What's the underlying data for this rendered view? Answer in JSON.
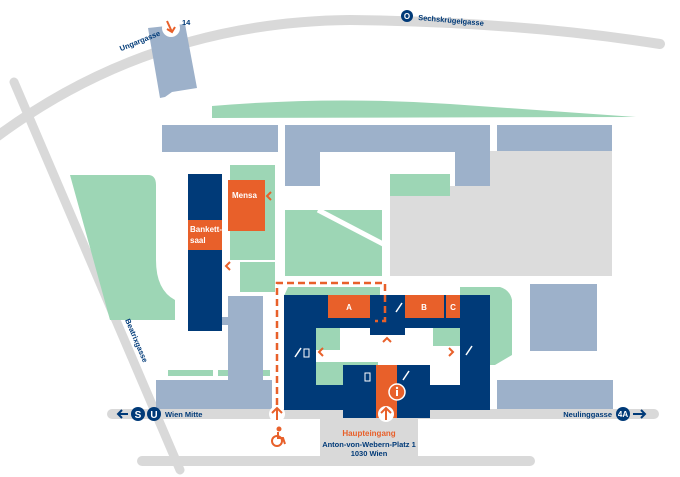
{
  "colors": {
    "building_primary": "#003a78",
    "highlight": "#e8602a",
    "building_other": "#9db1ca",
    "green": "#9dd6b5",
    "road": "#d9d9d9",
    "block": "#dcdcdc"
  },
  "streets": {
    "ungargasse": "Ungargasse",
    "tram_line": "14",
    "sechskruegelgasse": "Sechskrügelgasse",
    "beatrixgasse": "Beatrixgasse",
    "wien_mitte": "Wien Mitte",
    "neulinggasse": "Neulinggasse",
    "bus_line": "4A",
    "metro_o": "O",
    "metro_u": "U",
    "metro_s": "S"
  },
  "buildings": {
    "mensa": "Mensa",
    "bankettsaal_1": "Bankett-",
    "bankettsaal_2": "saal",
    "a": "A",
    "b": "B",
    "c": "C"
  },
  "entrance": {
    "label": "Haupteingang",
    "address_1": "Anton-von-Webern-Platz 1",
    "address_2": "1030 Wien"
  },
  "icons": [
    "arrow-down-icon",
    "metro-icon",
    "bus-icon",
    "wheelchair-icon",
    "info-icon",
    "stairs-icon",
    "elevator-icon",
    "arrow-up-icon",
    "chevron-icon"
  ]
}
